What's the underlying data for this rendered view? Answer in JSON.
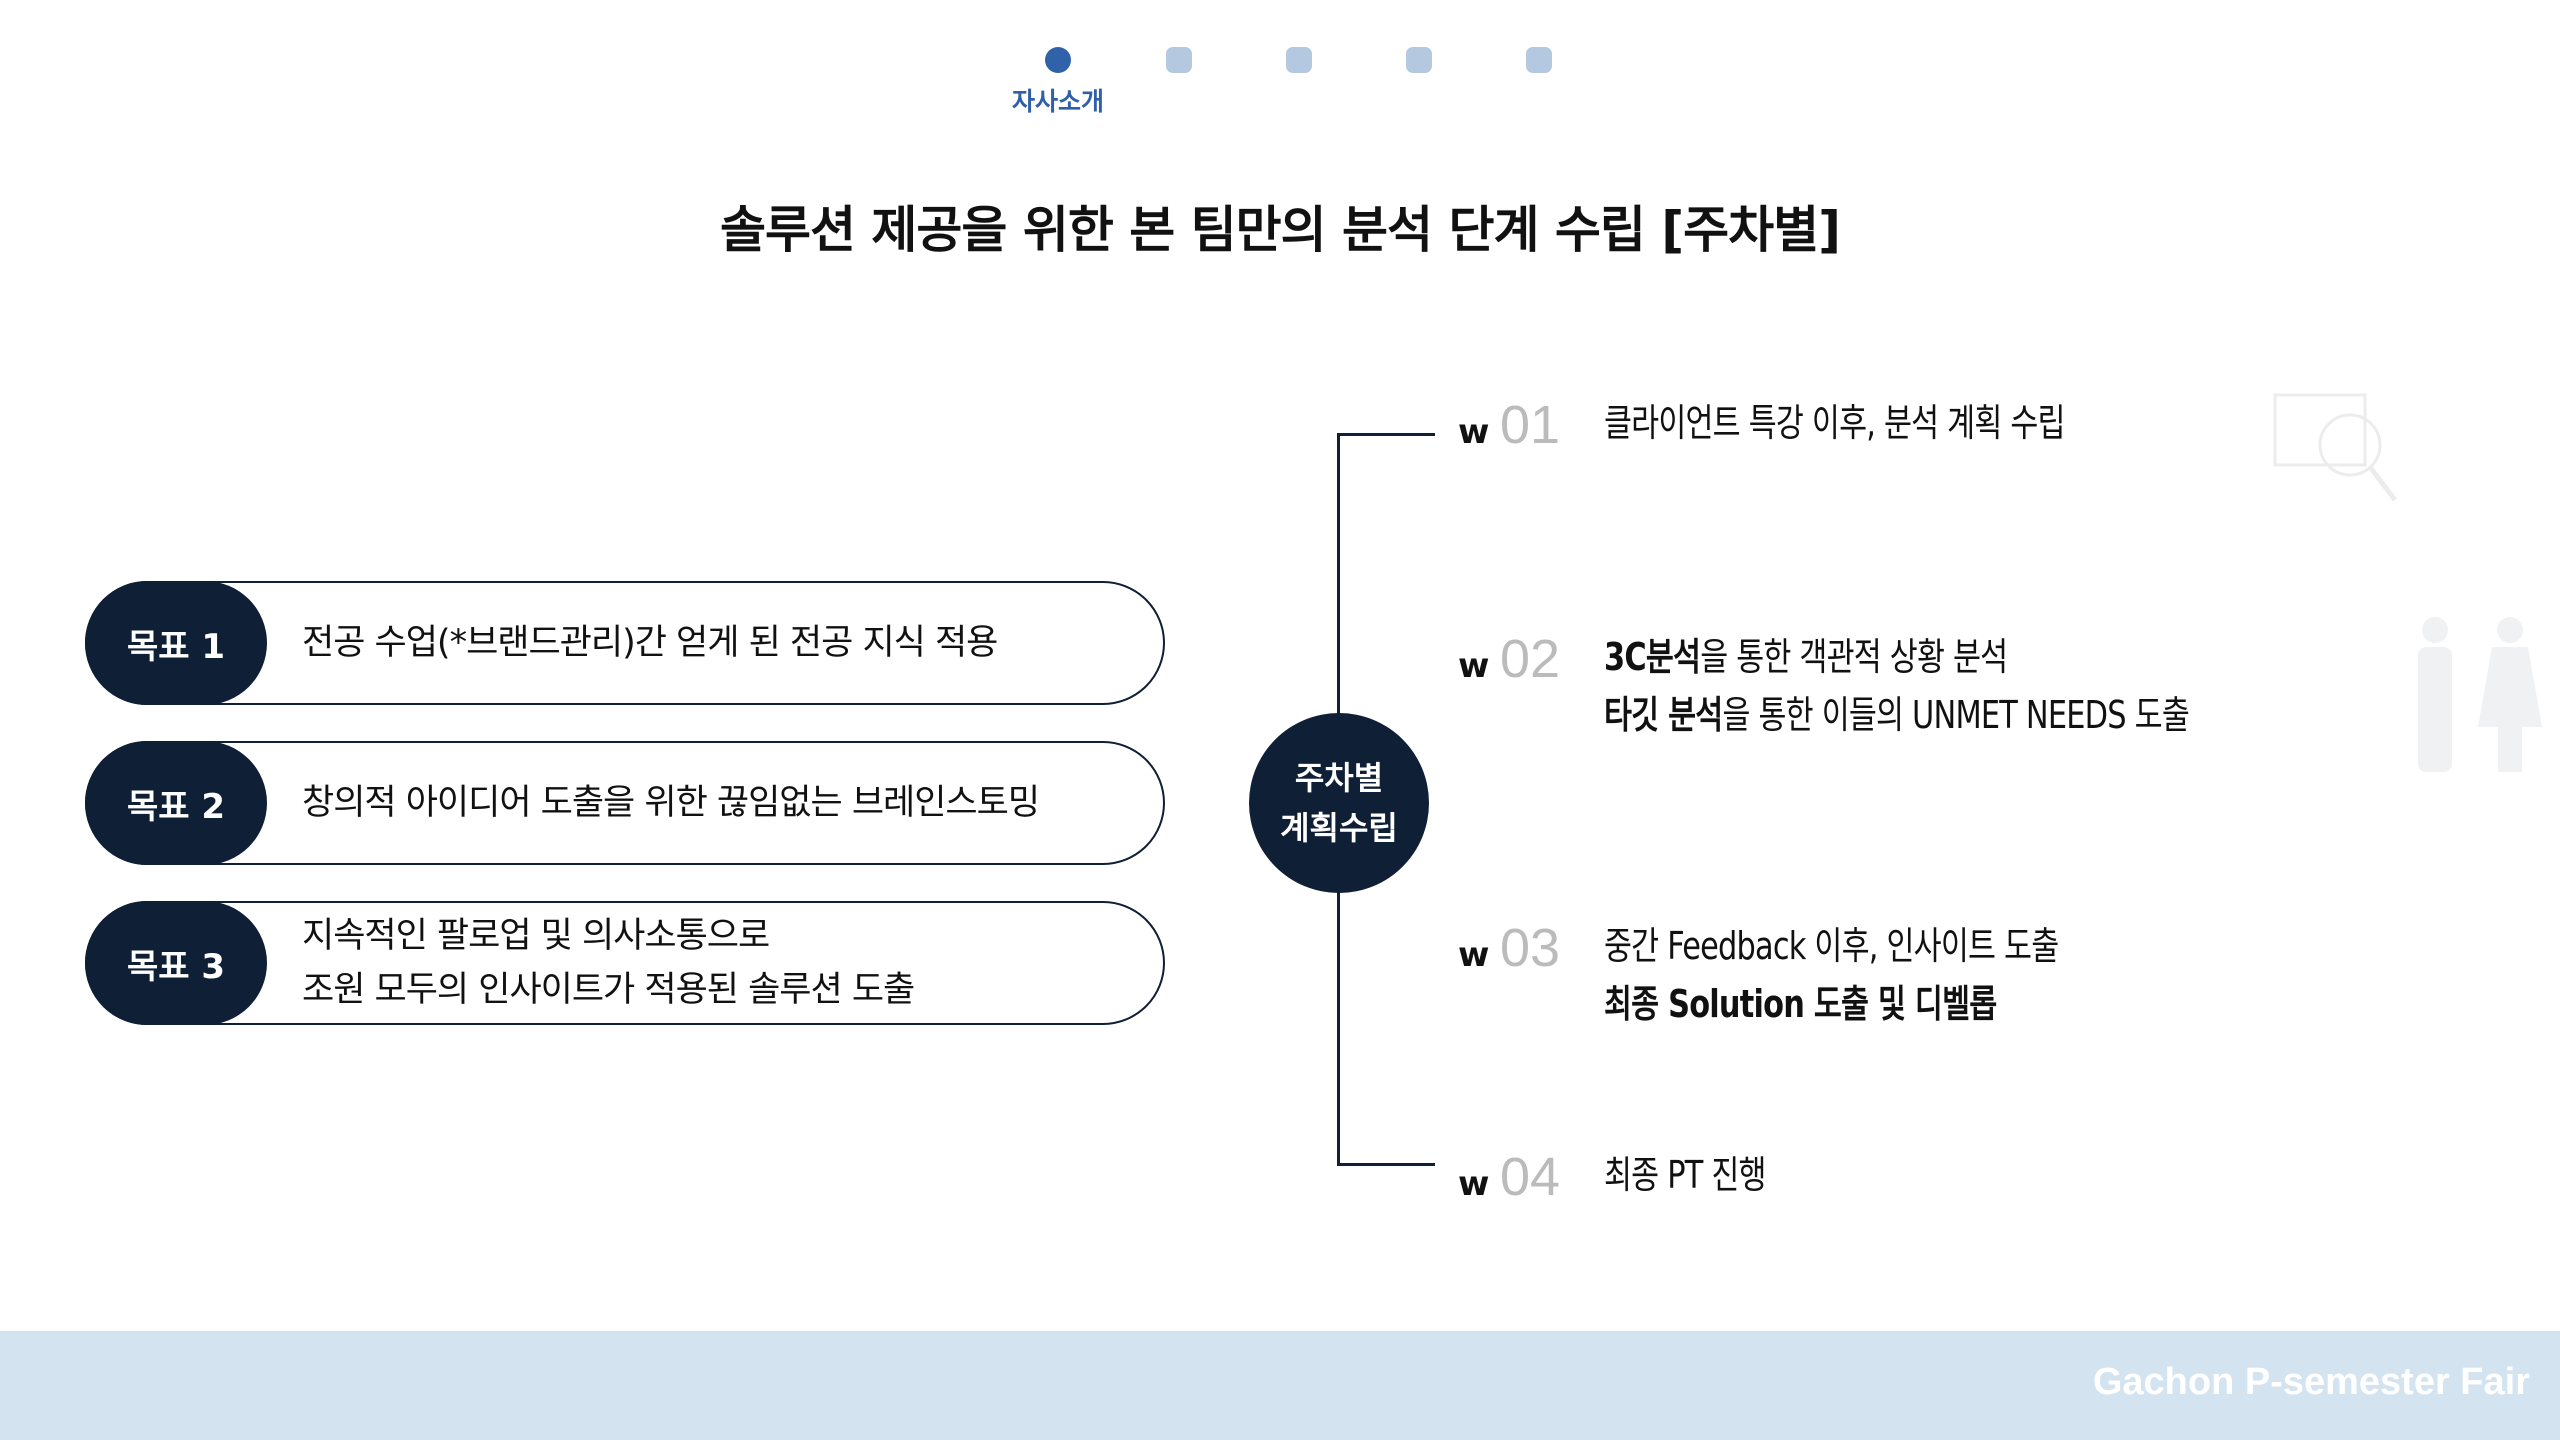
{
  "nav": {
    "active_label": "자사소개",
    "dot_count": 5,
    "active_index": 0
  },
  "title": "솔루션 제공을 위한 본 팀만의 분석 단계 수립 [주차별]",
  "goals": [
    {
      "badge": "목표 1",
      "lines": [
        "전공 수업(*브랜드관리)간 얻게 된 전공 지식 적용"
      ]
    },
    {
      "badge": "목표 2",
      "lines": [
        "창의적 아이디어 도출을 위한 끊임없는 브레인스토밍"
      ]
    },
    {
      "badge": "목표 3",
      "lines": [
        "지속적인 팔로업 및 의사소통으로",
        "조원 모두의 인사이트가 적용된 솔루션 도출"
      ]
    }
  ],
  "center": {
    "line1": "주차별",
    "line2": "계획수립"
  },
  "weeks": [
    {
      "w": "w",
      "num": "01",
      "lines": [
        {
          "bold": "",
          "rest": "클라이언트 특강 이후, 분석 계획 수립"
        }
      ]
    },
    {
      "w": "w",
      "num": "02",
      "lines": [
        {
          "bold": "3C분석",
          "rest": "을 통한 객관적 상황 분석"
        },
        {
          "bold": "타깃 분석",
          "rest": "을 통한 이들의 UNMET NEEDS 도출"
        }
      ]
    },
    {
      "w": "w",
      "num": "03",
      "lines": [
        {
          "bold": "",
          "rest": "중간 Feedback 이후, 인사이트 도출"
        },
        {
          "bold": "최종 Solution 도출 및 디벨롭",
          "rest": ""
        }
      ]
    },
    {
      "w": "w",
      "num": "04",
      "lines": [
        {
          "bold": "",
          "rest": "최종 PT 진행"
        }
      ]
    }
  ],
  "footer": "Gachon P-semester Fair",
  "colors": {
    "navy": "#0f1f36",
    "accent": "#2f62a8",
    "footer_bg": "#d3e3f0"
  }
}
